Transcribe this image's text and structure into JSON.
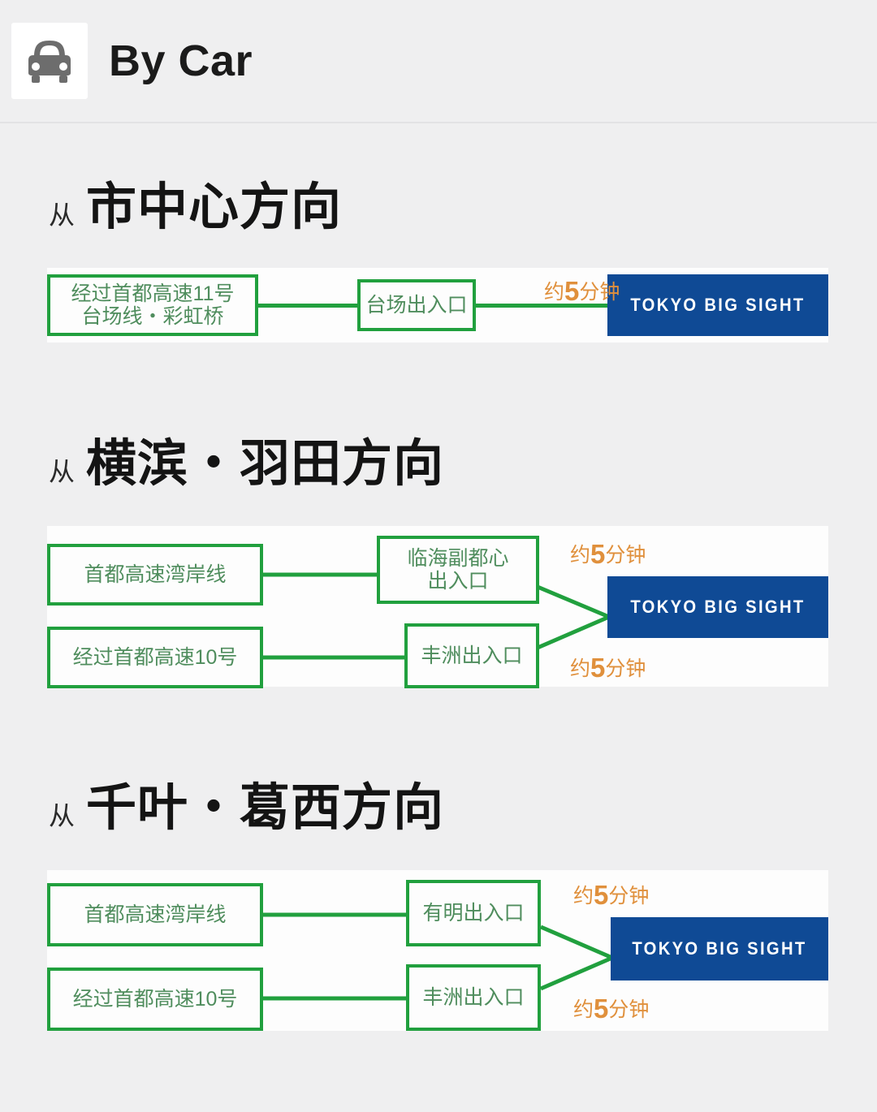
{
  "header": {
    "icon": "car-icon",
    "title": "By Car"
  },
  "sections": [
    {
      "heading_prefix": "从",
      "heading_main": "市中心方向",
      "type": "single",
      "nodes": {
        "route": "经过首都高速11号\n台场线・彩虹桥",
        "route_line1": "经过首都高速11号",
        "route_line2": "台场线・彩虹桥",
        "exit": "台场出入口"
      },
      "time_label": {
        "prefix": "约",
        "value": "5",
        "suffix": "分钟"
      },
      "destination": "TOKYO BIG SIGHT"
    },
    {
      "heading_prefix": "从",
      "heading_main": "横滨・羽田方向",
      "type": "dual",
      "nodes": {
        "route_top": "首都高速湾岸线",
        "route_bottom": "经过首都高速10号",
        "exit_top_line1": "临海副都心",
        "exit_top_line2": "出入口",
        "exit_bottom": "丰洲出入口"
      },
      "time_label_top": {
        "prefix": "约",
        "value": "5",
        "suffix": "分钟"
      },
      "time_label_bottom": {
        "prefix": "约",
        "value": "5",
        "suffix": "分钟"
      },
      "destination": "TOKYO BIG SIGHT"
    },
    {
      "heading_prefix": "从",
      "heading_main": "千叶・葛西方向",
      "type": "dual",
      "nodes": {
        "route_top": "首都高速湾岸线",
        "route_bottom": "经过首都高速10号",
        "exit_top": "有明出入口",
        "exit_bottom": "丰洲出入口"
      },
      "time_label_top": {
        "prefix": "约",
        "value": "5",
        "suffix": "分钟"
      },
      "time_label_bottom": {
        "prefix": "约",
        "value": "5",
        "suffix": "分钟"
      },
      "destination": "TOKYO BIG SIGHT"
    }
  ],
  "colors": {
    "page_background": "#efeff0",
    "panel_background": "#fdfdfd",
    "node_border_green": "#21a03e",
    "node_text_green": "#4f8d5d",
    "logo_blue": "#0f4a95",
    "time_orange": "#e0903c",
    "heading_text": "#141414"
  }
}
